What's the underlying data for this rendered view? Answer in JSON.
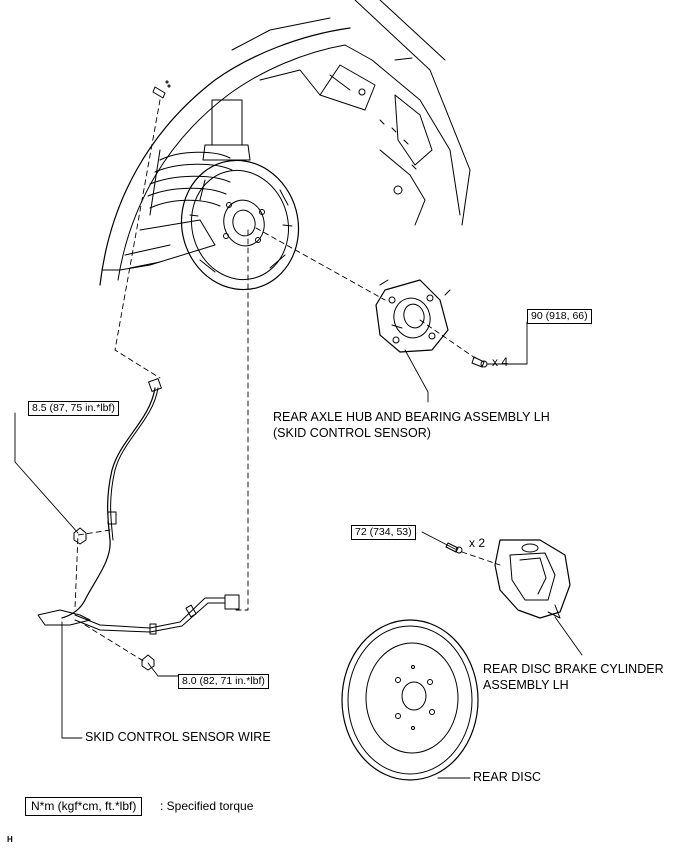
{
  "labels": {
    "hub_line1": "REAR AXLE HUB AND BEARING ASSEMBLY LH",
    "hub_line2": "(SKID CONTROL SENSOR)",
    "caliper_line1": "REAR DISC BRAKE CYLINDER",
    "caliper_line2": "ASSEMBLY LH",
    "rear_disc": "REAR DISC",
    "sensor_wire": "SKID CONTROL SENSOR WIRE"
  },
  "torques": {
    "hub_bolt": "90 (918, 66)",
    "caliper_bolt": "72 (734, 53)",
    "wire_clamp_upper": "8.5 (87, 75 in.*lbf)",
    "wire_clamp_lower": "8.0 (82, 71 in.*lbf)"
  },
  "quantities": {
    "hub_bolt": "x 4",
    "caliper_bolt": "x 2"
  },
  "legend": {
    "unit_box": "N*m (kgf*cm, ft.*lbf)",
    "description": ": Specified torque"
  },
  "figure_id": "H"
}
